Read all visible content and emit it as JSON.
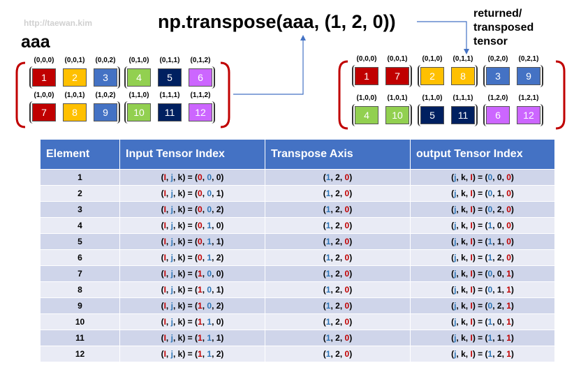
{
  "watermark": "http://taewan.kim",
  "input_label": "aaa",
  "code": "np.transpose(aaa, (1, 2, 0))",
  "returned_label": [
    "returned/",
    "transposed",
    "tensor"
  ],
  "colors": {
    "red": "#c00000",
    "yellow": "#ffc000",
    "blue": "#4472c4",
    "green": "#92d050",
    "navy": "#002060",
    "violet": "#cc66ff",
    "bracket": "#c00000",
    "arrow": "#4472c4",
    "header": "#4472c4",
    "row_odd": "#cfd5ea",
    "row_even": "#e9ebf5"
  },
  "input_tensor": [
    [
      [
        {
          "value": "1",
          "index": "(0,0,0)",
          "color": "red"
        },
        {
          "value": "2",
          "index": "(0,0,1)",
          "color": "yellow"
        },
        {
          "value": "3",
          "index": "(0,0,2)",
          "color": "blue"
        }
      ],
      [
        {
          "value": "4",
          "index": "(0,1,0)",
          "color": "green"
        },
        {
          "value": "5",
          "index": "(0,1,1)",
          "color": "navy"
        },
        {
          "value": "6",
          "index": "(0,1,2)",
          "color": "violet"
        }
      ]
    ],
    [
      [
        {
          "value": "7",
          "index": "(1,0,0)",
          "color": "red"
        },
        {
          "value": "8",
          "index": "(1,0,1)",
          "color": "yellow"
        },
        {
          "value": "9",
          "index": "(1,0,2)",
          "color": "blue"
        }
      ],
      [
        {
          "value": "10",
          "index": "(1,1,0)",
          "color": "green"
        },
        {
          "value": "11",
          "index": "(1,1,1)",
          "color": "navy"
        },
        {
          "value": "12",
          "index": "(1,1,2)",
          "color": "violet"
        }
      ]
    ]
  ],
  "output_tensor": [
    [
      [
        {
          "value": "1",
          "index": "(0,0,0)",
          "color": "red"
        },
        {
          "value": "7",
          "index": "(0,0,1)",
          "color": "red"
        }
      ],
      [
        {
          "value": "2",
          "index": "(0,1,0)",
          "color": "yellow"
        },
        {
          "value": "8",
          "index": "(0,1,1)",
          "color": "yellow"
        }
      ],
      [
        {
          "value": "3",
          "index": "(0,2,0)",
          "color": "blue"
        },
        {
          "value": "9",
          "index": "(0,2,1)",
          "color": "blue"
        }
      ]
    ],
    [
      [
        {
          "value": "4",
          "index": "(1,0,0)",
          "color": "green"
        },
        {
          "value": "10",
          "index": "(1,0,1)",
          "color": "green"
        }
      ],
      [
        {
          "value": "5",
          "index": "(1,1,0)",
          "color": "navy"
        },
        {
          "value": "11",
          "index": "(1,1,1)",
          "color": "navy"
        }
      ],
      [
        {
          "value": "6",
          "index": "(1,2,0)",
          "color": "violet"
        },
        {
          "value": "12",
          "index": "(1,2,1)",
          "color": "violet"
        }
      ]
    ]
  ],
  "table": {
    "headers": [
      "Element",
      "Input Tensor Index",
      "Transpose Axis",
      "output Tensor Index"
    ],
    "rows": [
      {
        "element": "1",
        "input": [
          "0",
          "0",
          "0"
        ],
        "output": [
          "0",
          "0",
          "0"
        ]
      },
      {
        "element": "2",
        "input": [
          "0",
          "0",
          "1"
        ],
        "output": [
          "0",
          "1",
          "0"
        ]
      },
      {
        "element": "3",
        "input": [
          "0",
          "0",
          "2"
        ],
        "output": [
          "0",
          "2",
          "0"
        ]
      },
      {
        "element": "4",
        "input": [
          "0",
          "1",
          "0"
        ],
        "output": [
          "1",
          "0",
          "0"
        ]
      },
      {
        "element": "5",
        "input": [
          "0",
          "1",
          "1"
        ],
        "output": [
          "1",
          "1",
          "0"
        ]
      },
      {
        "element": "6",
        "input": [
          "0",
          "1",
          "2"
        ],
        "output": [
          "1",
          "2",
          "0"
        ]
      },
      {
        "element": "7",
        "input": [
          "1",
          "0",
          "0"
        ],
        "output": [
          "0",
          "0",
          "1"
        ]
      },
      {
        "element": "8",
        "input": [
          "1",
          "0",
          "1"
        ],
        "output": [
          "0",
          "1",
          "1"
        ]
      },
      {
        "element": "9",
        "input": [
          "1",
          "0",
          "2"
        ],
        "output": [
          "0",
          "2",
          "1"
        ]
      },
      {
        "element": "10",
        "input": [
          "1",
          "1",
          "0"
        ],
        "output": [
          "1",
          "0",
          "1"
        ]
      },
      {
        "element": "11",
        "input": [
          "1",
          "1",
          "1"
        ],
        "output": [
          "1",
          "1",
          "1"
        ]
      },
      {
        "element": "12",
        "input": [
          "1",
          "1",
          "2"
        ],
        "output": [
          "1",
          "2",
          "1"
        ]
      }
    ],
    "axis": [
      "1",
      "2",
      "0"
    ],
    "input_vars": "(I, j, k)",
    "output_vars": "(j, k, I)"
  }
}
